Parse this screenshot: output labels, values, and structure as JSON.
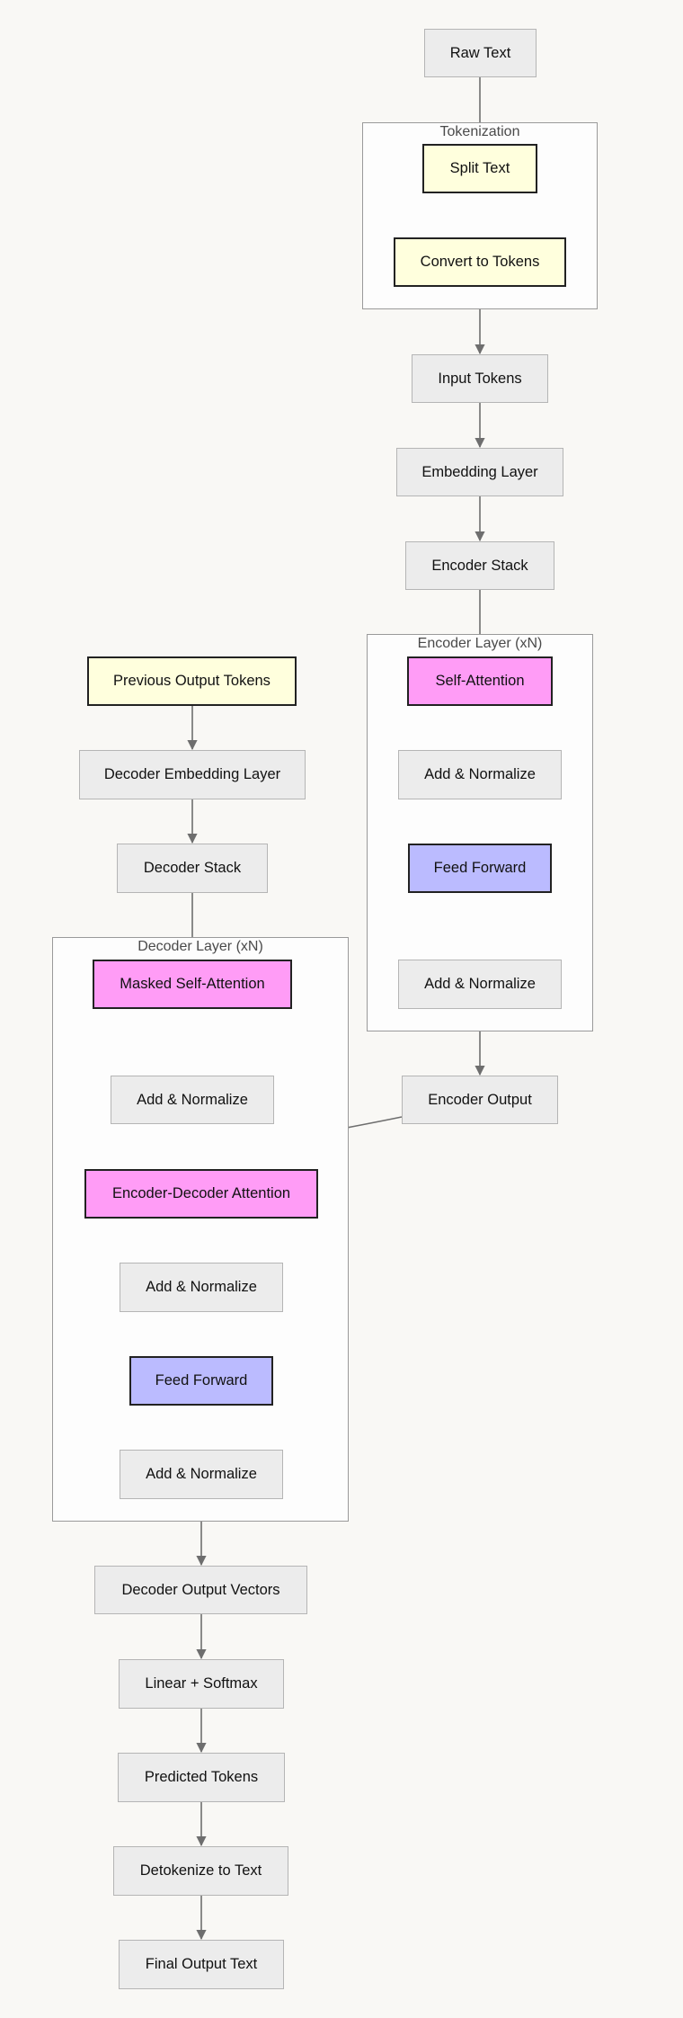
{
  "clusters": {
    "tokenization": "Tokenization",
    "encoder_layer": "Encoder Layer (xN)",
    "decoder_layer": "Decoder Layer (xN)"
  },
  "nodes": {
    "raw_text": "Raw Text",
    "split_text": "Split Text",
    "convert_tokens": "Convert to Tokens",
    "input_tokens": "Input Tokens",
    "embedding_layer": "Embedding Layer",
    "encoder_stack": "Encoder Stack",
    "enc_self_attention": "Self-Attention",
    "enc_add_norm_1": "Add & Normalize",
    "enc_feed_forward": "Feed Forward",
    "enc_add_norm_2": "Add & Normalize",
    "encoder_output": "Encoder Output",
    "prev_output_tokens": "Previous Output Tokens",
    "decoder_embedding": "Decoder Embedding Layer",
    "decoder_stack": "Decoder Stack",
    "masked_self_attention": "Masked Self-Attention",
    "dec_add_norm_1": "Add & Normalize",
    "enc_dec_attention": "Encoder-Decoder Attention",
    "dec_add_norm_2": "Add & Normalize",
    "dec_feed_forward": "Feed Forward",
    "dec_add_norm_3": "Add & Normalize",
    "decoder_output_vectors": "Decoder Output Vectors",
    "linear_softmax": "Linear + Softmax",
    "predicted_tokens": "Predicted Tokens",
    "detokenize": "Detokenize to Text",
    "final_output": "Final Output Text"
  },
  "colors": {
    "background": "#f9f8f5",
    "default_node": "#ececec",
    "tokenize_node": "#ffffdd",
    "attention_node": "#ff9cf6",
    "feed_forward_node": "#bbbbff",
    "edge": "#6e6e6e"
  }
}
